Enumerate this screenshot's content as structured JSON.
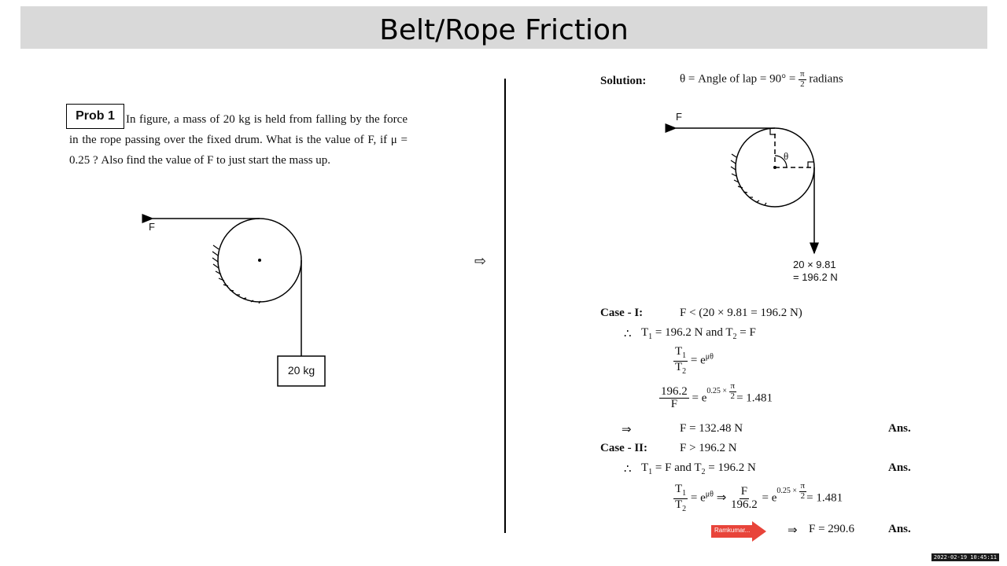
{
  "title": "Belt/Rope Friction",
  "problem": {
    "label": "Prob 1",
    "text": "In figure, a mass of 20 kg is held from falling by the force in the rope passing over the fixed drum. What is the value of F, if μ = 0.25 ? Also find the value of F to just start the mass up.",
    "figure_force_label": "F",
    "figure_mass_label": "20 kg"
  },
  "mid_arrow": "⇨",
  "solution": {
    "label": "Solution:",
    "theta_line_prefix": "θ  =  Angle of lap = 90° =",
    "theta_frac_num": "π",
    "theta_frac_den": "2",
    "theta_line_suffix": "radians",
    "figure_force_label": "F",
    "figure_theta_label": "θ",
    "figure_weight_line1": "20 × 9.81",
    "figure_weight_line2": "= 196.2 N"
  },
  "case1": {
    "label": "Case - I:",
    "condition": "F  <  (20 × 9.81 = 196.2 N)",
    "therefore": "∴",
    "t1_prefix": "T",
    "t1_sub": "1",
    "t1_value": " = 196.2 N  and  T",
    "t2_sub": "2",
    "t2_value": " = F",
    "eq1_num": "T",
    "eq1_num_sub": "1",
    "eq1_den": "T",
    "eq1_den_sub": "2",
    "eq1_rhs": "=  e",
    "eq1_exp": "μθ",
    "eq2_num": "196.2",
    "eq2_den": "F",
    "eq2_rhs": "=  e",
    "eq2_exp": "0.25 ×",
    "eq2_exp_frac_num": "π",
    "eq2_exp_frac_den": "2",
    "eq2_result": "= 1.481",
    "implies": "⇒",
    "answer_eq": "F  =  132.48 N",
    "ans": "Ans."
  },
  "case2": {
    "label": "Case - II:",
    "condition": "F  >  196.2 N",
    "therefore": "∴",
    "t1_text": "T",
    "t1_sub": "1",
    "t1_value": " = F  and  T",
    "t2_sub": "2",
    "t2_value": " = 196.2 N",
    "ans1": "Ans.",
    "eq_lhs_num": "T",
    "eq_lhs_num_sub": "1",
    "eq_lhs_den": "T",
    "eq_lhs_den_sub": "2",
    "eq_mid": "=  e",
    "eq_exp": "μθ",
    "eq_implies": "⇒",
    "eq_frac_num": "F",
    "eq_frac_den": "196.2",
    "eq_rhs": "= e",
    "eq_rhs_exp": "0.25 ×",
    "eq_rhs_exp_num": "π",
    "eq_rhs_exp_den": "2",
    "eq_result": "= 1.481",
    "final_implies": "⇒",
    "final_eq": "F  =  290.6",
    "ans2": "Ans."
  },
  "badge_label": "Ramkumar...",
  "timestamp": "2022-02-19  10:45:11",
  "colors": {
    "title_bar": "#d9d9d9",
    "badge": "#e8443a"
  }
}
